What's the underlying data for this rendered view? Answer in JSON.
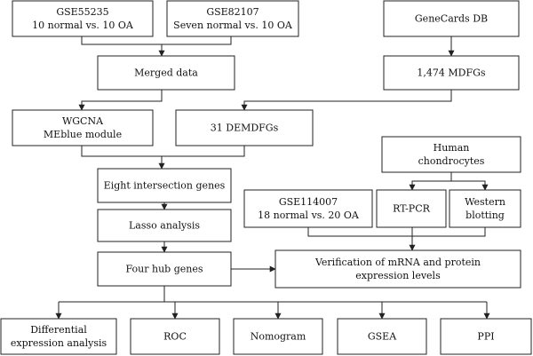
{
  "nodes": {
    "gse55235": {
      "lines": [
        "GSE55235",
        "10 normal vs. 10 OA"
      ]
    },
    "gse82107": {
      "lines": [
        "GSE82107",
        "Seven normal vs. 10 OA"
      ]
    },
    "genecards": {
      "lines": [
        "GeneCards DB"
      ]
    },
    "merged": {
      "lines": [
        "Merged data"
      ]
    },
    "mdfgs": {
      "lines": [
        "1,474 MDFGs"
      ]
    },
    "wgcna": {
      "lines": [
        "WGCNA",
        "MEblue module"
      ]
    },
    "demdfgs": {
      "lines": [
        "31 DEMDFGs"
      ]
    },
    "chondrocytes": {
      "lines": [
        "Human",
        "chondrocytes"
      ]
    },
    "intersection": {
      "lines": [
        "Eight intersection genes"
      ]
    },
    "gse114007": {
      "lines": [
        "GSE114007",
        "18 normal vs. 20 OA"
      ]
    },
    "rtpcr": {
      "lines": [
        "RT-PCR"
      ]
    },
    "western": {
      "lines": [
        "Western",
        "blotting"
      ]
    },
    "lasso": {
      "lines": [
        "Lasso analysis"
      ]
    },
    "hub": {
      "lines": [
        "Four hub genes"
      ]
    },
    "verification": {
      "lines": [
        "Verification of mRNA and protein",
        "expression levels"
      ]
    },
    "diffexpr": {
      "lines": [
        "Differential",
        "expression analysis"
      ]
    },
    "roc": {
      "lines": [
        "ROC"
      ]
    },
    "nomogram": {
      "lines": [
        "Nomogram"
      ]
    },
    "gsea": {
      "lines": [
        "GSEA"
      ]
    },
    "ppi": {
      "lines": [
        "PPI"
      ]
    }
  }
}
